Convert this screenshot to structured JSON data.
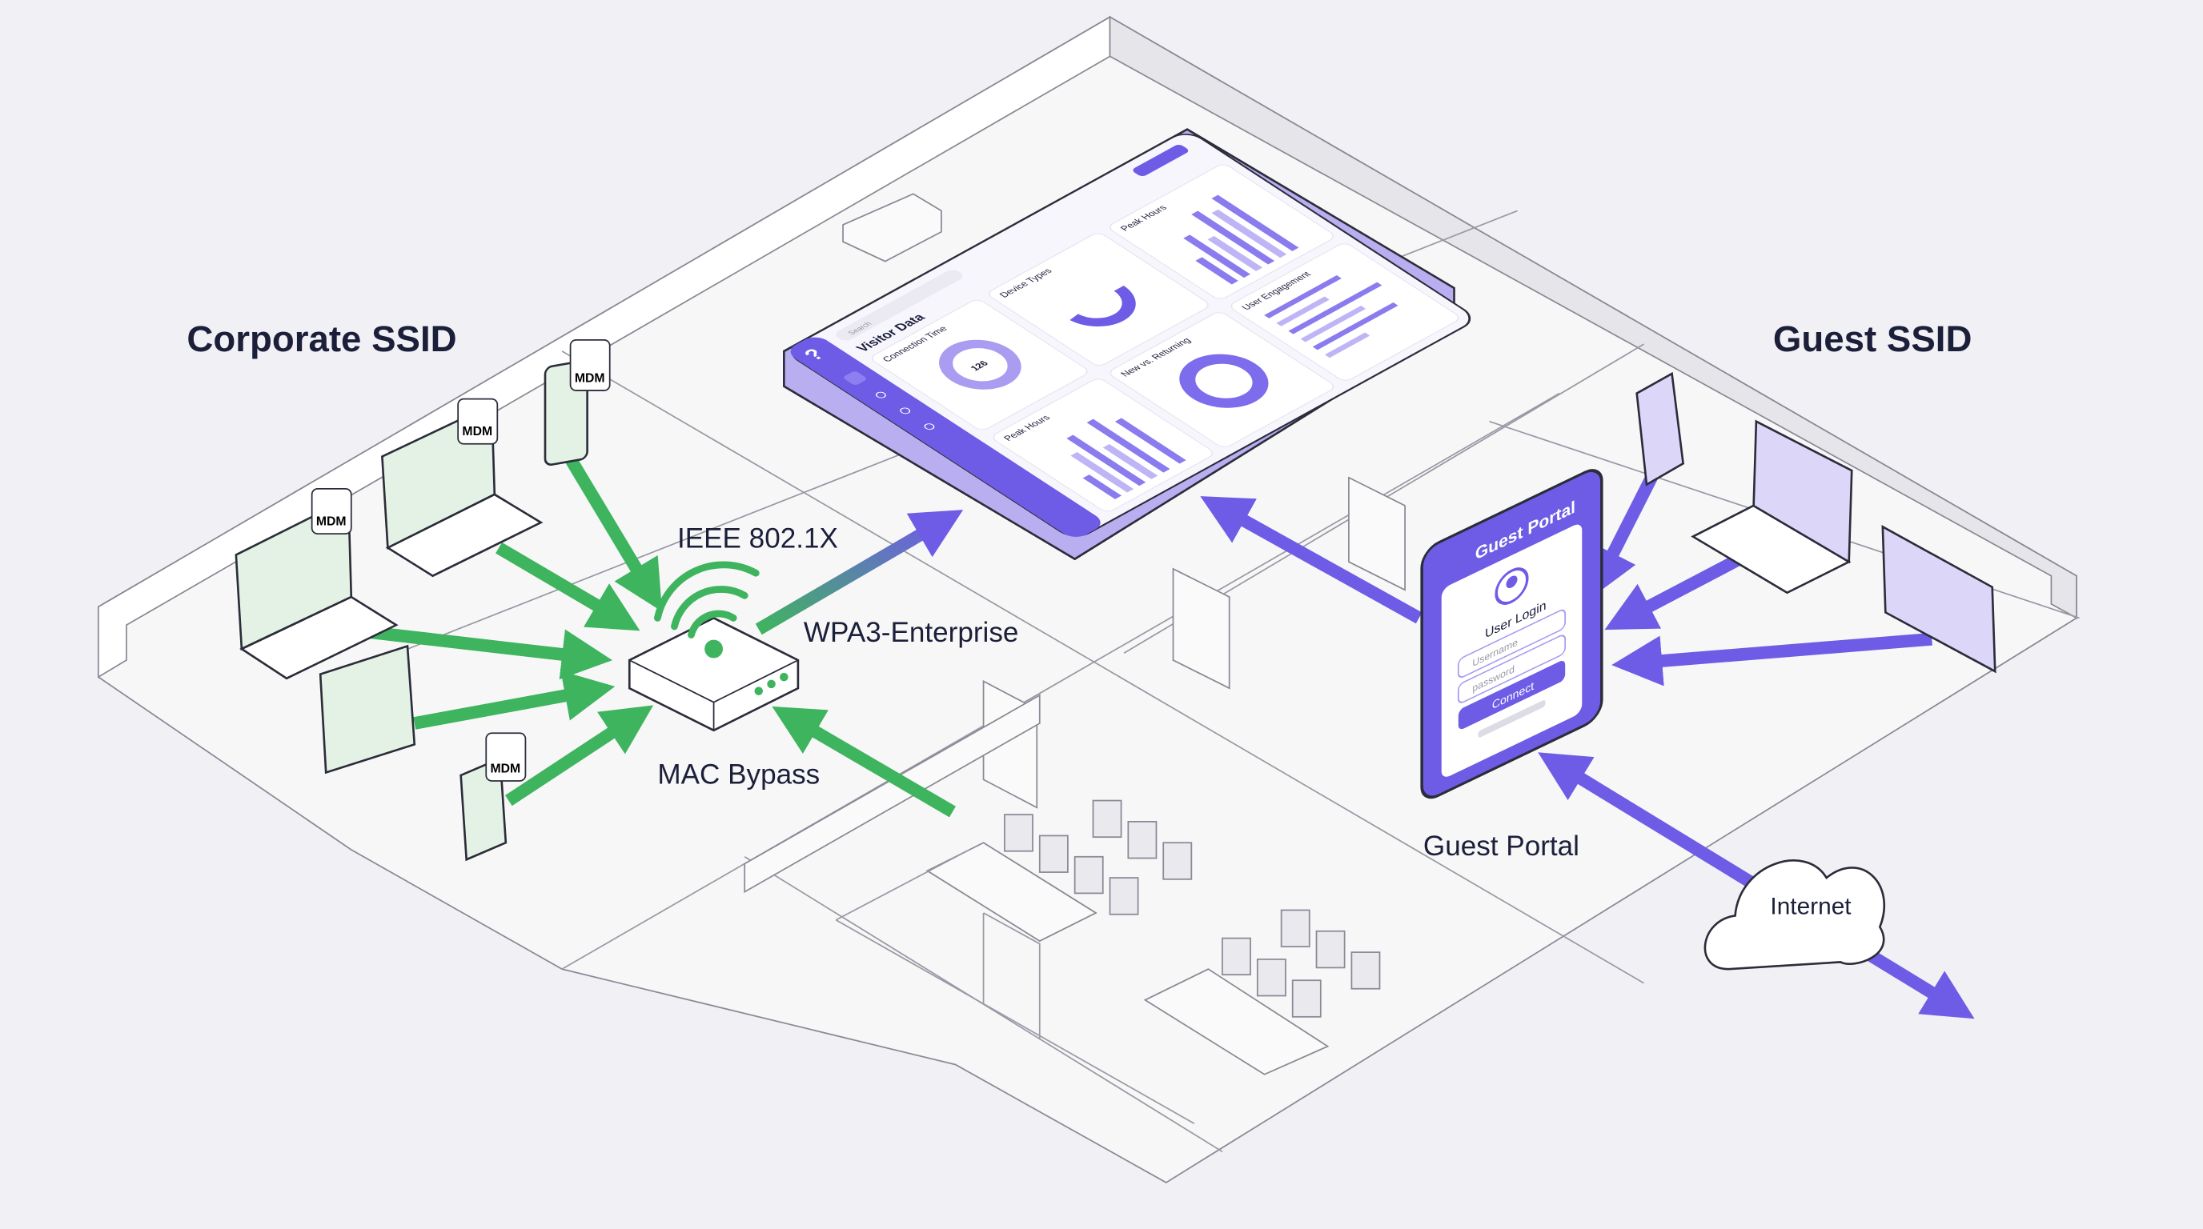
{
  "labels": {
    "corporate_ssid": "Corporate SSID",
    "guest_ssid": "Guest SSID",
    "ieee": "IEEE 802.1X",
    "wpa3": "WPA3-Enterprise",
    "mac_bypass": "MAC Bypass",
    "guest_portal": "Guest Portal",
    "internet": "Internet"
  },
  "mdm_badge": "MDM",
  "dashboard": {
    "title": "Visitor Data",
    "search_placeholder": "Search",
    "connection_time": "Connection Time",
    "connection_value": "126",
    "device_types": "Device Types",
    "peak_hours": "Peak Hours",
    "user_engagement": "User Engagement",
    "new_vs_returning": "New vs. Returning"
  },
  "portal": {
    "header": "Guest Portal",
    "login_title": "User Login",
    "username_placeholder": "Username",
    "password_placeholder": "password",
    "connect": "Connect"
  },
  "colors": {
    "green": "#3fb45f",
    "purple": "#6f5ce6",
    "light_purple": "#c9c0f5",
    "navy": "#2b2d6e"
  }
}
